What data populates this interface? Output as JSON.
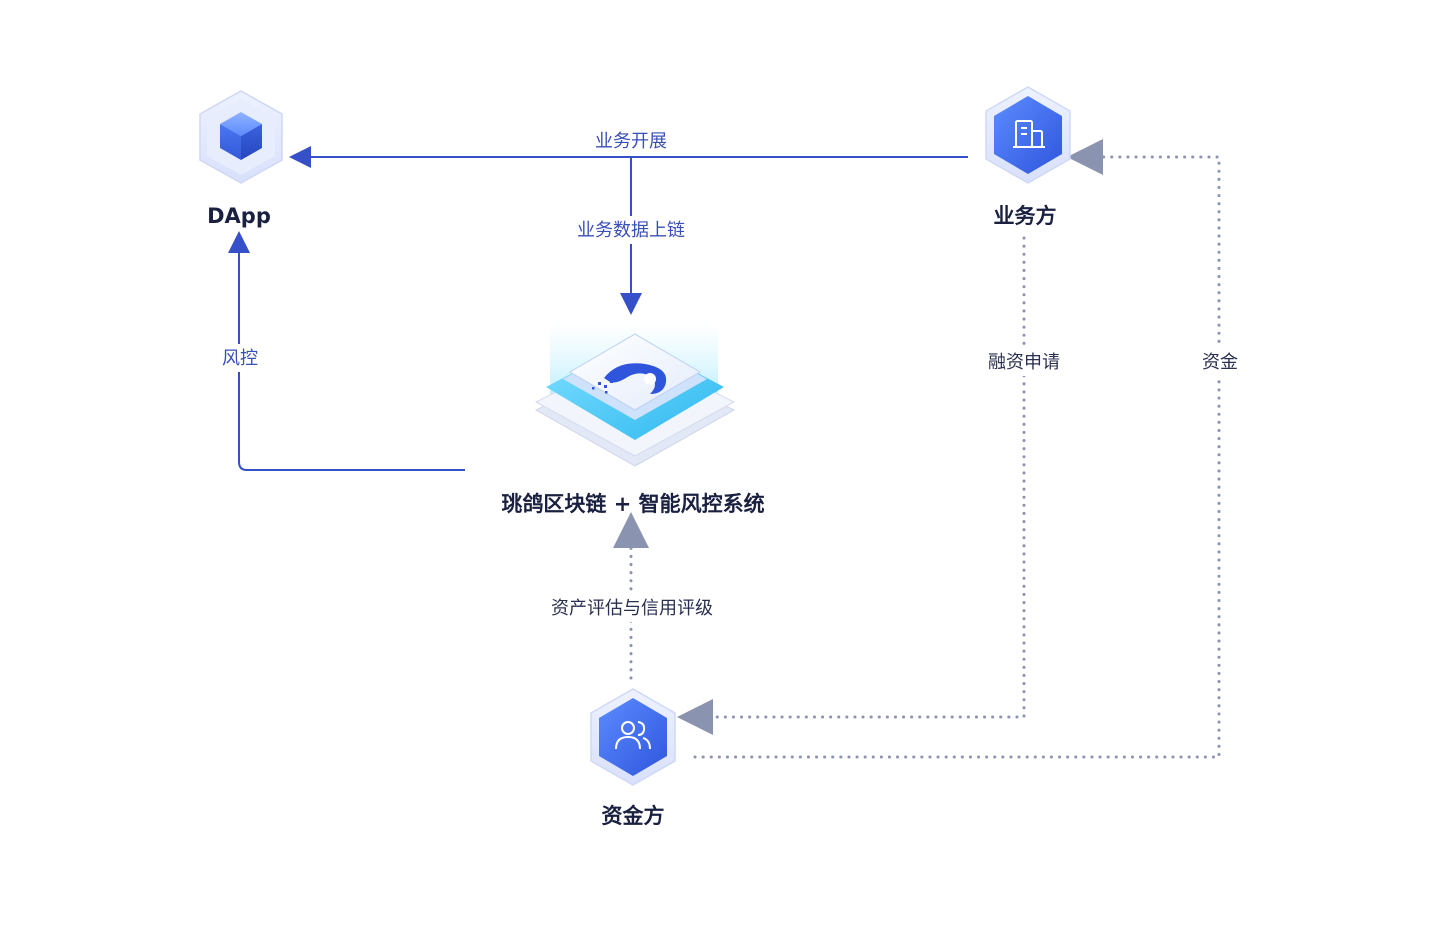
{
  "nodes": {
    "dapp": {
      "label": "DApp"
    },
    "business": {
      "label": "业务方"
    },
    "platform": {
      "label": "珧鸽区块链 + 智能风控系统"
    },
    "funder": {
      "label": "资金方"
    }
  },
  "flows": {
    "business_development": {
      "label": "业务开展"
    },
    "data_onchain": {
      "label": "业务数据上链"
    },
    "risk_control": {
      "label": "风控"
    },
    "financing_application": {
      "label": "融资申请"
    },
    "funds": {
      "label": "资金"
    },
    "asset_rating": {
      "label": "资产评估与信用评级"
    }
  },
  "colors": {
    "solid_line": "#3550c8",
    "dotted_line": "#8a93b0",
    "node_blue": "#3f6ff0",
    "node_label": "#1a2040"
  }
}
